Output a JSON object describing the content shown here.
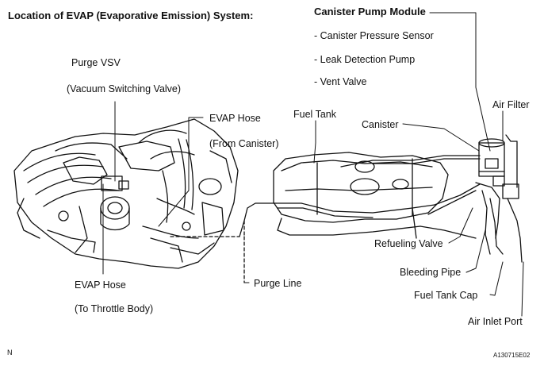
{
  "title": "Location of EVAP (Evaporative Emission) System:",
  "module": {
    "heading": "Canister Pump Module",
    "items": [
      "- Canister Pressure Sensor",
      "- Leak Detection Pump",
      "- Vent Valve"
    ]
  },
  "labels": {
    "purge_vsv": "Purge VSV",
    "purge_vsv_full": "(Vacuum Switching Valve)",
    "evap_hose_top": "EVAP Hose",
    "evap_hose_top_sub": "(From Canister)",
    "fuel_tank": "Fuel Tank",
    "canister": "Canister",
    "air_filter": "Air Filter",
    "refueling_valve": "Refueling Valve",
    "bleeding_pipe": "Bleeding Pipe",
    "purge_line": "Purge Line",
    "evap_hose_bottom": "EVAP Hose",
    "evap_hose_bottom_sub": "(To Throttle Body)",
    "fuel_tank_cap": "Fuel Tank Cap",
    "air_inlet_port": "Air Inlet Port"
  },
  "footer": {
    "corner_mark": "N",
    "figure_code": "A130715E02"
  }
}
